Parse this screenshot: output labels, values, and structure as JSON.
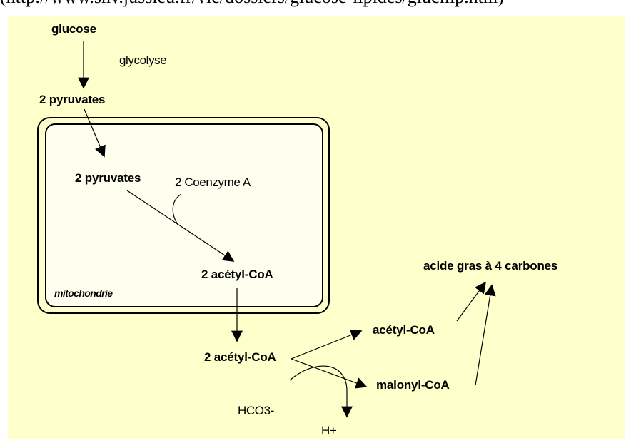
{
  "source_url": "(http://www.snv.jussieu.fr/vie/dossiers/glucose-lipides/glucllip.htm)",
  "labels": {
    "glucose": "glucose",
    "glycolyse": "glycolyse",
    "pyruvates_outer": "2 pyruvates",
    "pyruvates_inner": "2 pyruvates",
    "coenzyme_a": "2 Coenzyme A",
    "acetyl_coa_inner": "2 acétyl-CoA",
    "mitochondrie": "mitochondrie",
    "acetyl_coa_outer": "2 acétyl-CoA",
    "acetyl_coa": "acétyl-CoA",
    "malonyl_coa": "malonyl-CoA",
    "acide_gras": "acide gras à 4 carbones",
    "hco3": "HCO3-",
    "h_plus": "H+"
  },
  "colors": {
    "panel_background": "#ffffcc",
    "mitochondria_fill": "#fffff0",
    "ink": "#000000"
  }
}
